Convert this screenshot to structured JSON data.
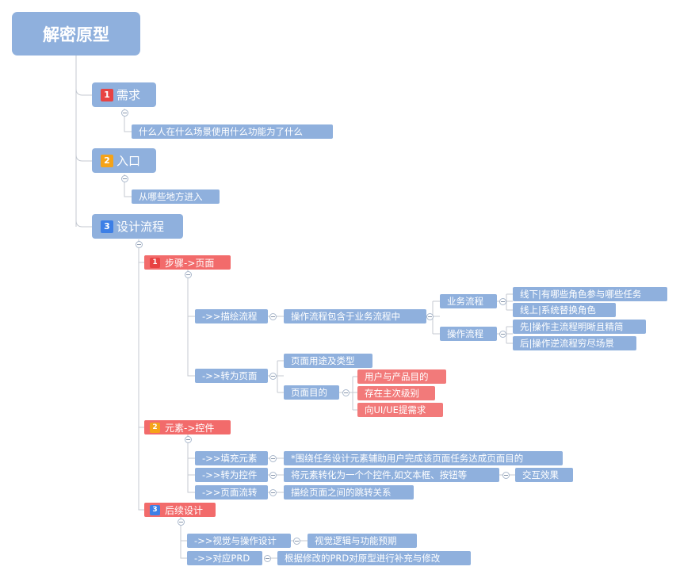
{
  "root": {
    "label": "解密原型"
  },
  "branches": [
    {
      "number": "1",
      "label": "需求",
      "children": [
        "什么人在什么场景使用什么功能为了什么"
      ]
    },
    {
      "number": "2",
      "label": "入口",
      "children": [
        "从哪些地方进入"
      ]
    },
    {
      "number": "3",
      "label": "设计流程"
    }
  ],
  "design": {
    "steps": {
      "number": "1",
      "label": "步骤->页面",
      "draw_flow": {
        "label": "->>描绘流程",
        "child": "操作流程包含于业务流程中",
        "business_flow": {
          "label": "业务流程",
          "items": [
            "线下|有哪些角色参与哪些任务",
            "线上|系统替换角色"
          ]
        },
        "operation_flow": {
          "label": "操作流程",
          "items": [
            "先|操作主流程明晰且精简",
            "后|操作逆流程穷尽场景"
          ]
        }
      },
      "to_page": {
        "label": "->>转为页面",
        "usage": "页面用途及类型",
        "purpose": {
          "label": "页面目的",
          "items": [
            "用户与产品目的",
            "存在主次级别",
            "向UI/UE提需求"
          ]
        }
      }
    },
    "elements": {
      "number": "2",
      "label": "元素->控件",
      "fill": {
        "label": "->>填充元素",
        "child": "*围绕任务设计元素辅助用户完成该页面任务达成页面目的"
      },
      "control": {
        "label": "->>转为控件",
        "child": "将元素转化为一个个控件,如文本框、按钮等",
        "extra": "交互效果"
      },
      "flow": {
        "label": "->>页面流转",
        "child": "描绘页面之间的跳转关系"
      }
    },
    "follow": {
      "number": "3",
      "label": "后续设计",
      "visual": {
        "label": "->>视觉与操作设计",
        "child": "视觉逻辑与功能预期"
      },
      "prd": {
        "label": "->>对应PRD",
        "child": "根据修改的PRD对原型进行补充与修改"
      }
    }
  },
  "colors": {
    "node": "#8fb0dd",
    "highlight": "#f27a7a",
    "line": "#c4c9d1",
    "badge_red": "#e84343",
    "badge_orange": "#f5a319",
    "badge_blue": "#3d7fe6"
  }
}
